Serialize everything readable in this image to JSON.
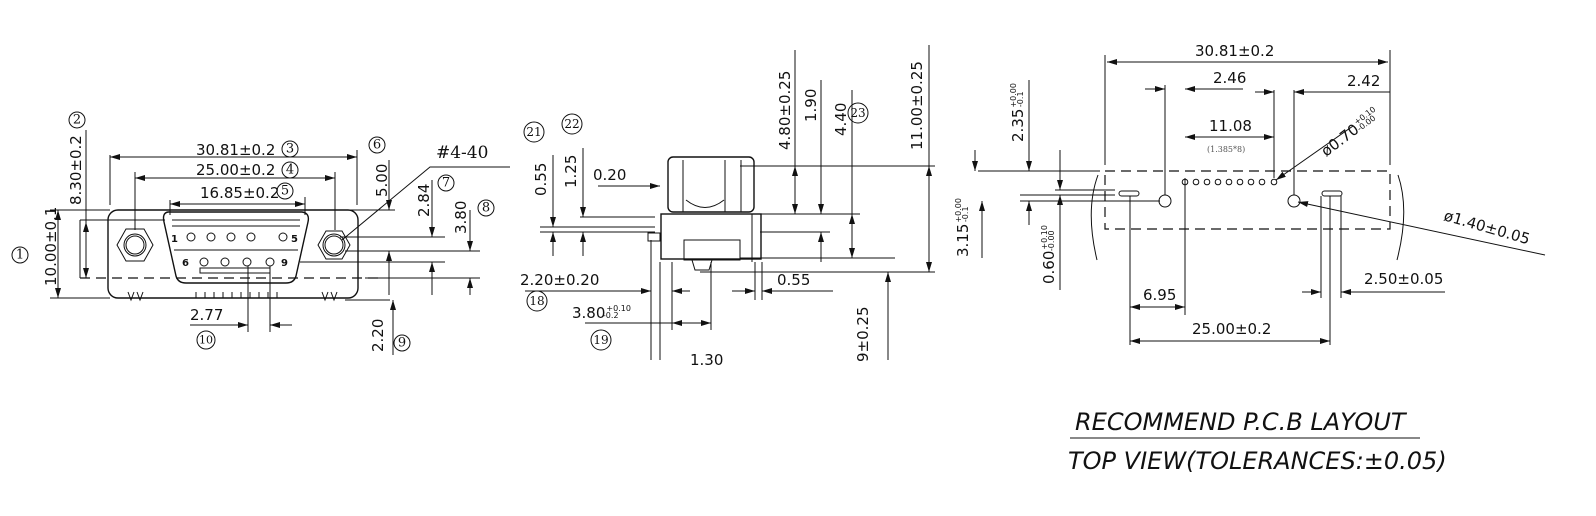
{
  "front_view": {
    "dims": {
      "overall_width": "30.81±0.2",
      "mount_pitch": "25.00±0.2",
      "shell_width": "16.85±0.2",
      "height": "10.00±0.1",
      "shell_height": "8.30±0.2",
      "d5": "5.00",
      "d284": "2.84",
      "d380": "3.80",
      "pin_pitch": "2.77",
      "pin_len": "2.20",
      "thread": "#4-40"
    },
    "pin_labels": [
      "1",
      "5",
      "6",
      "9"
    ],
    "callouts": [
      "①",
      "②",
      "③",
      "④",
      "⑤",
      "⑥",
      "⑦",
      "⑧",
      "⑨",
      "⑩"
    ]
  },
  "side_view": {
    "dims": {
      "d480": "4.80±0.25",
      "d190": "1.90",
      "d440": "4.40",
      "d1100": "11.00±0.25",
      "d055a": "0.55",
      "d125": "1.25",
      "d020": "0.20",
      "d220": "2.20±0.20",
      "d380": "3.80",
      "d380_tol_upper": "+0.10",
      "d380_tol_lower": "-0.2",
      "d055b": "0.55",
      "d130": "1.30",
      "d_partial": "9±0.25"
    },
    "callouts": [
      "⑱",
      "⑲",
      "㉑",
      "㉒",
      "㉓"
    ]
  },
  "pcb_layout": {
    "dims": {
      "overall_width": "30.81±0.2",
      "d246": "2.46",
      "d242": "2.42",
      "d1108": "11.08",
      "d1108_note": "(1.385*8)",
      "hole_small": "ø0.70",
      "hole_small_tol_upper": "+0.10",
      "hole_small_tol_lower": "-0.00",
      "hole_large": "ø1.40±0.05",
      "d235": "2.35",
      "d235_tol_upper": "+0.00",
      "d235_tol_lower": "-0.1",
      "d315": "3.15",
      "d315_tol_upper": "+0.00",
      "d315_tol_lower": "-0.1",
      "d060": "0.60",
      "d060_tol_upper": "+0.10",
      "d060_tol_lower": "-0.00",
      "d695": "6.95",
      "mount_pitch": "25.00±0.2",
      "slot_width": "2.50±0.05"
    },
    "title": "RECOMMEND P.C.B LAYOUT",
    "subtitle": "TOP VIEW(TOLERANCES:±0.05)"
  }
}
